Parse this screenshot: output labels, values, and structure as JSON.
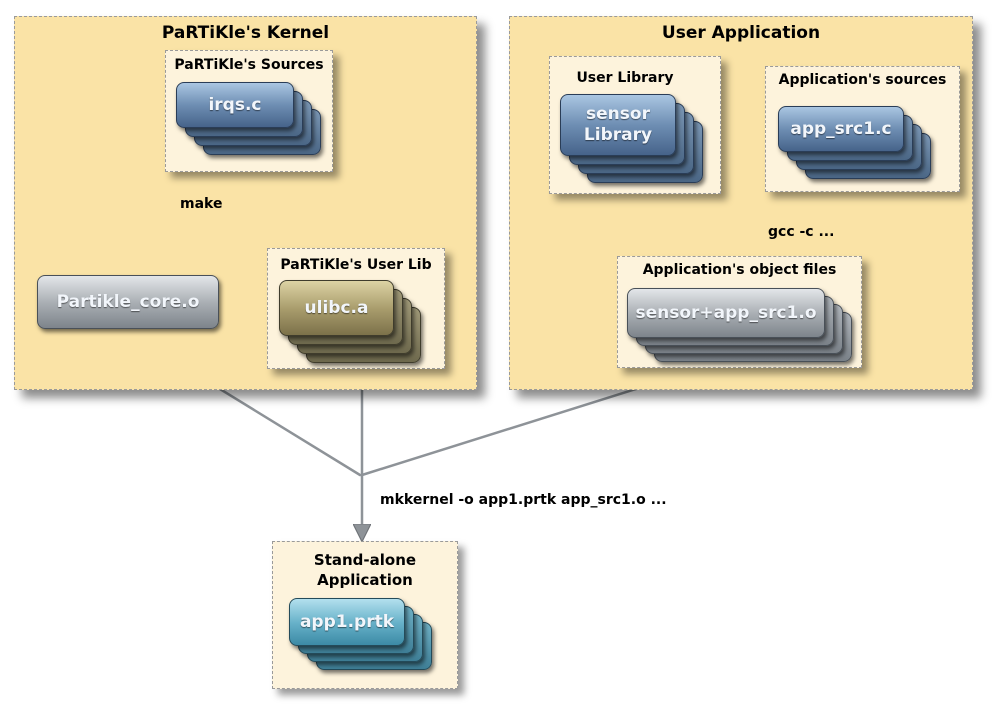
{
  "kernel": {
    "title": "PaRTiKle's Kernel",
    "sources_title": "PaRTiKle's Sources",
    "sources_file": "irqs.c",
    "core_object": "Partikle_core.o",
    "userlib_title": "PaRTiKle's User Lib",
    "userlib_file": "ulibc.a"
  },
  "user_app": {
    "title": "User Application",
    "library_title": "User Library",
    "library_file": "sensor\nLibrary",
    "sources_title": "Application's sources",
    "sources_file": "app_src1.c",
    "objects_title": "Application's object files",
    "objects_file": "sensor+app_src1.o"
  },
  "output": {
    "title": "Stand-alone\nApplication",
    "file": "app1.prtk"
  },
  "commands": {
    "make": "make",
    "gcc": "gcc -c ...",
    "mkkernel": "mkkernel -o app1.prtk app_src1.o ..."
  },
  "colors": {
    "panel": "#fae3a6",
    "subpanel": "#fdf3dc",
    "source_card": "#6e8eb3",
    "core_card": "#a9aeb3",
    "lib_card": "#a89c6c",
    "output_card": "#67b1c9",
    "arrow": "#8e9398"
  }
}
